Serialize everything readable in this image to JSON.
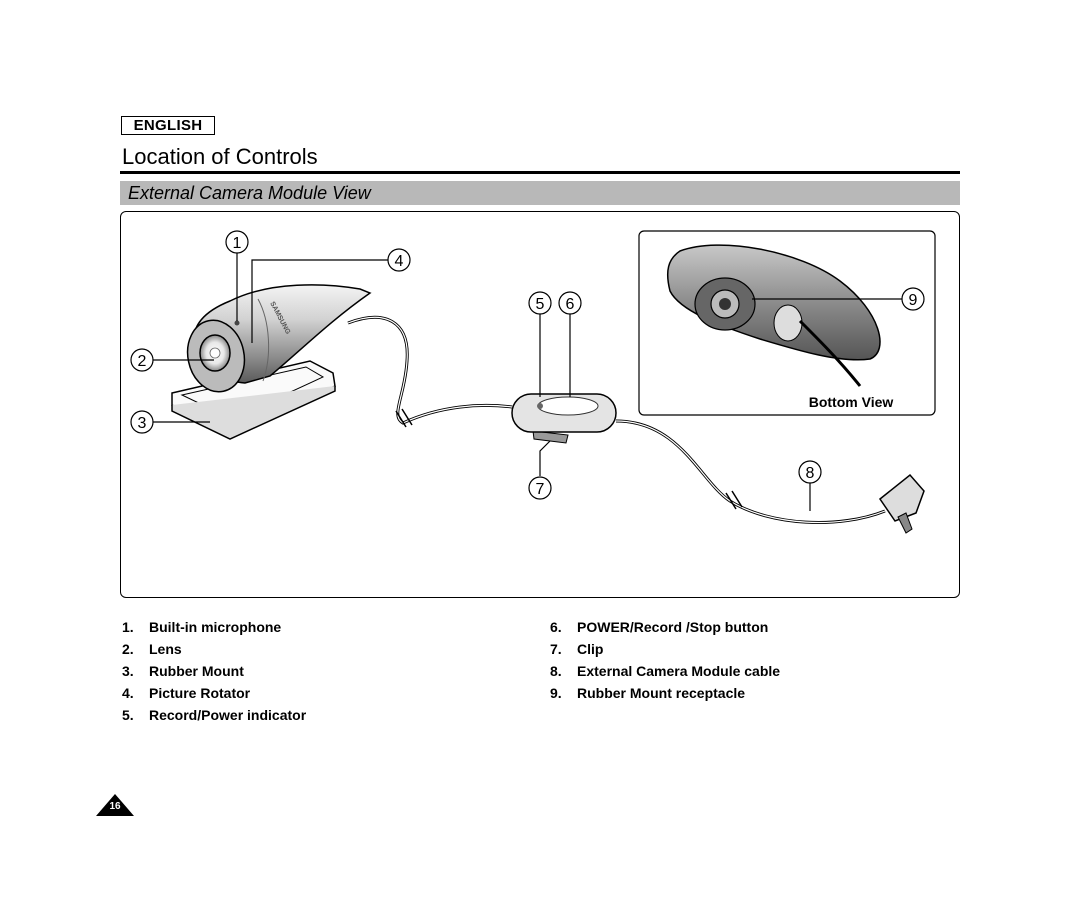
{
  "header": {
    "language": "ENGLISH",
    "title": "Location of Controls"
  },
  "section": {
    "title": "External Camera Module View"
  },
  "figure": {
    "callouts": [
      "1",
      "2",
      "3",
      "4",
      "5",
      "6",
      "7",
      "8",
      "9"
    ],
    "inset_caption": "Bottom View",
    "brand_mark": "SAMSUNG"
  },
  "legend": {
    "left": [
      {
        "num": "1.",
        "label": "Built-in microphone"
      },
      {
        "num": "2.",
        "label": "Lens"
      },
      {
        "num": "3.",
        "label": "Rubber Mount"
      },
      {
        "num": "4.",
        "label": "Picture Rotator"
      },
      {
        "num": "5.",
        "label": "Record/Power indicator"
      }
    ],
    "right": [
      {
        "num": "6.",
        "label": "POWER/Record /Stop button"
      },
      {
        "num": "7.",
        "label": "Clip"
      },
      {
        "num": "8.",
        "label": "External Camera Module cable"
      },
      {
        "num": "9.",
        "label": "Rubber Mount receptacle"
      }
    ]
  },
  "page": {
    "number": "16"
  }
}
